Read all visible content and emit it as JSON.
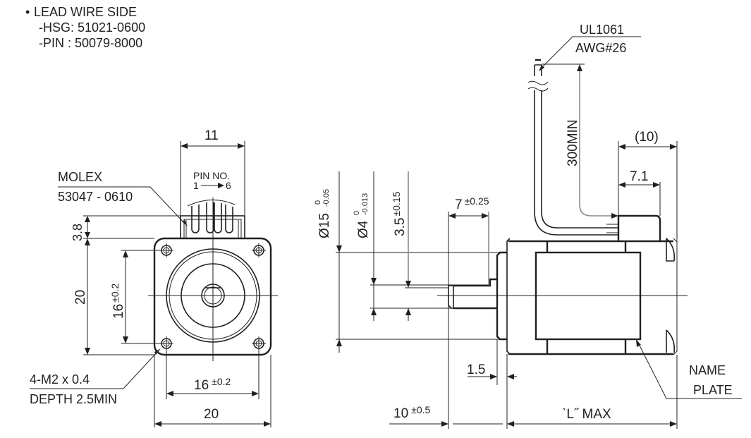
{
  "header_notes": {
    "bullet": "•",
    "title": "LEAD WIRE SIDE",
    "hsg": "-HSG: 51021-0600",
    "pin": "-PIN  : 50079-8000"
  },
  "front_view": {
    "connector_label_1": "MOLEX",
    "connector_label_2": "53047 - 0610",
    "pin_no_label": "PIN  NO.",
    "pin_from": "1",
    "pin_to": "6",
    "dim_connector_width": "11",
    "dim_connector_height": "3.8",
    "dim_body_height": "20",
    "dim_hole_pitch_v": "16",
    "dim_hole_pitch_v_tol": "±0.2",
    "dim_hole_pitch_h": "16",
    "dim_hole_pitch_h_tol": "±0.2",
    "dim_body_width": "20",
    "tap_label_1": "4-M2 x 0.4",
    "tap_label_2": "DEPTH 2.5MIN"
  },
  "side_view": {
    "wire_label_1": "UL1061",
    "wire_label_2": "AWG#26",
    "dim_wire_length": "300MIN",
    "dim_connector_overall": "(10)",
    "dim_connector_depth": "7.1",
    "dim_pilot_dia": "Ø15",
    "dim_pilot_tol_upper": "0",
    "dim_pilot_tol_lower": "-0.05",
    "dim_shaft_dia": "Ø4",
    "dim_shaft_tol_upper": "0",
    "dim_shaft_tol_lower": "-0.013",
    "dim_flat": "3.5",
    "dim_flat_tol": "±0.15",
    "dim_flat_length": "7",
    "dim_flat_length_tol": "±0.25",
    "dim_pilot_height": "1.5",
    "dim_shaft_length": "10",
    "dim_shaft_length_tol": "±0.5",
    "dim_body_length": "ˋL˝ MAX",
    "nameplate_label_1": "NAME",
    "nameplate_label_2": "PLATE"
  }
}
